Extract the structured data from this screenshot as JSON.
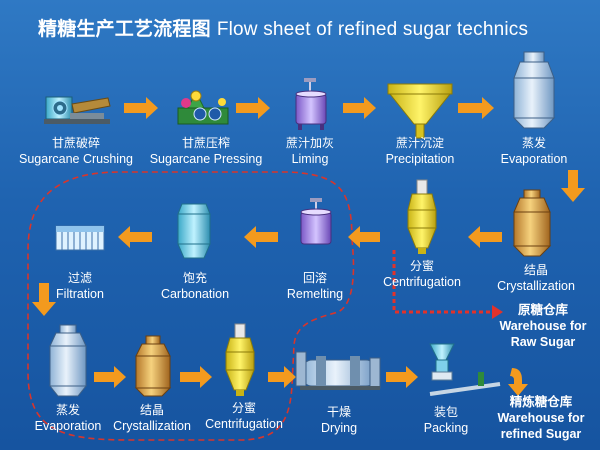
{
  "title": {
    "cn": "精糖生产工艺流程图",
    "en": "Flow sheet of refined sugar technics"
  },
  "steps": [
    {
      "cn": "甘蔗破碎",
      "en": "Sugarcane Crushing"
    },
    {
      "cn": "甘蔗压榨",
      "en": "Sugarcane Pressing"
    },
    {
      "cn": "蔗汁加灰",
      "en": "Liming"
    },
    {
      "cn": "蔗汁沉淀",
      "en": "Precipitation"
    },
    {
      "cn": "蒸发",
      "en": "Evaporation"
    },
    {
      "cn": "结晶",
      "en": "Crystallization"
    },
    {
      "cn": "分蜜",
      "en": "Centrifugation"
    },
    {
      "cn": "回溶",
      "en": "Remelting"
    },
    {
      "cn": "饱充",
      "en": "Carbonation"
    },
    {
      "cn": "过滤",
      "en": "Filtration"
    },
    {
      "cn": "蒸发",
      "en": "Evaporation"
    },
    {
      "cn": "结晶",
      "en": "Crystallization"
    },
    {
      "cn": "分蜜",
      "en": "Centrifugation"
    },
    {
      "cn": "干燥",
      "en": "Drying"
    },
    {
      "cn": "装包",
      "en": "Packing"
    }
  ],
  "warehouses": {
    "raw": {
      "cn": "原糖仓库",
      "en1": "Warehouse for",
      "en2": "Raw Sugar"
    },
    "refined": {
      "cn": "精炼糖仓库",
      "en1": "Warehouse for",
      "en2": "refined Sugar"
    }
  },
  "colors": {
    "background": "#1f63b0",
    "arrow": "#f39a1e",
    "dashed_loop": "#d9352b",
    "text": "#ffffff"
  }
}
